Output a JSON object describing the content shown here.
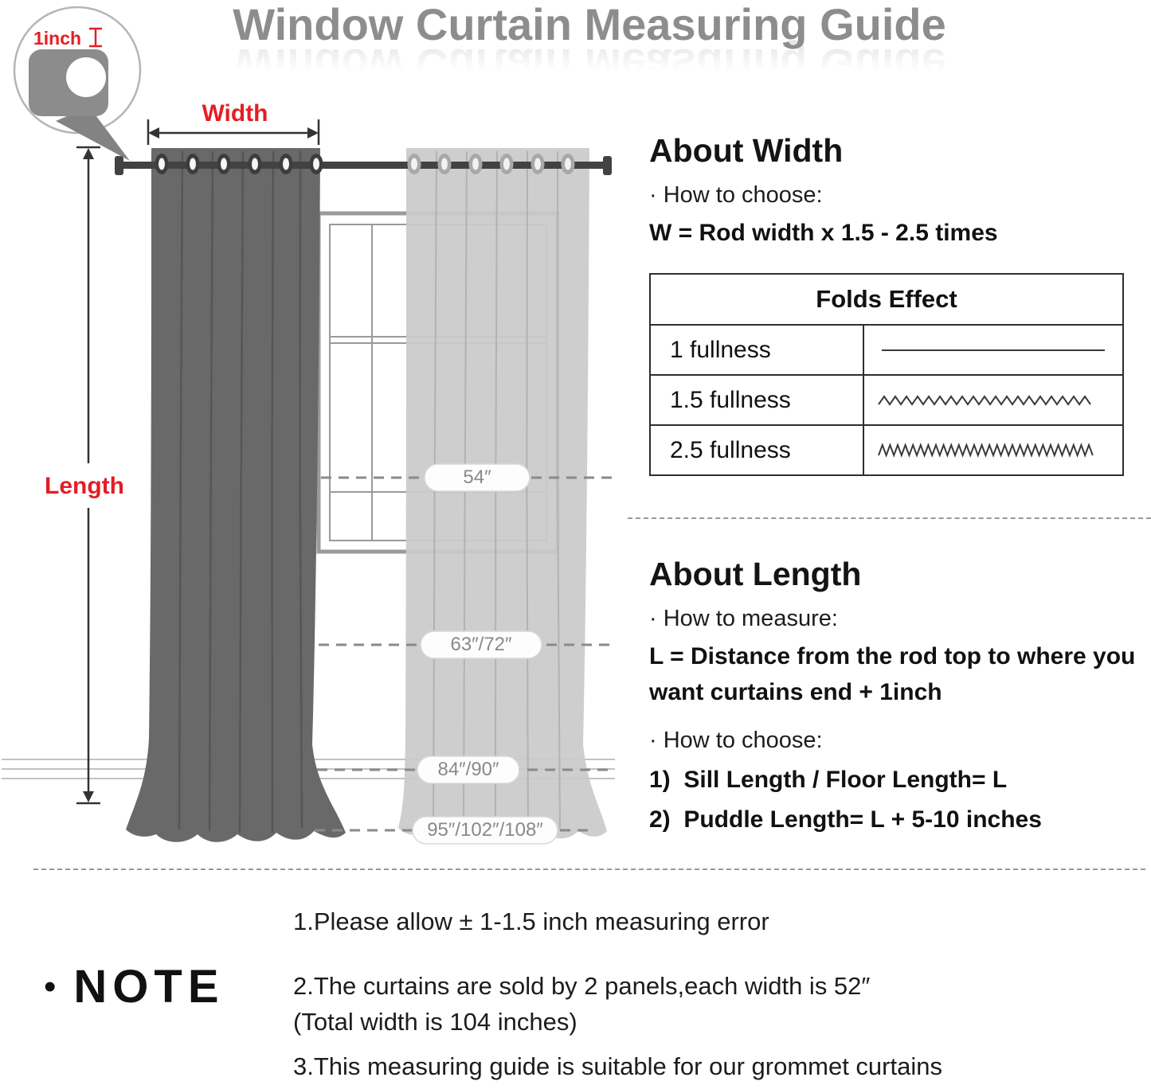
{
  "title": "Window Curtain Measuring Guide",
  "colors": {
    "accent_red": "#e31e25",
    "title_gray": "#8d8d8d",
    "curtain_dark": "#696969",
    "curtain_light": "#cacaca"
  },
  "tape_icon": {
    "label": "1inch"
  },
  "diagram": {
    "width_label": "Width",
    "length_label": "Length",
    "size_labels": [
      "54″",
      "63″/72″",
      "84″/90″",
      "95″/102″/108″"
    ]
  },
  "about_width": {
    "heading": "About Width",
    "how_to_choose": "· How to choose:",
    "formula": "W = Rod width x 1.5 - 2.5 times",
    "table": {
      "header": "Folds Effect",
      "rows": [
        {
          "label": "1 fullness",
          "fold_style": "straight line"
        },
        {
          "label": "1.5 fullness",
          "fold_style": "gentle zigzag"
        },
        {
          "label": "2.5 fullness",
          "fold_style": "dense zigzag"
        }
      ]
    }
  },
  "about_length": {
    "heading": "About Length",
    "how_to_measure": "· How to measure:",
    "formula": "L = Distance from the rod top to where you want curtains end + 1inch",
    "how_to_choose": "· How to choose:",
    "options": [
      "1)  Sill Length / Floor Length= L",
      "2)  Puddle Length= L + 5-10 inches"
    ]
  },
  "note": {
    "bullet": "•",
    "heading": "NOTE",
    "items": [
      "1.Please allow ± 1-1.5 inch measuring error",
      "2.The curtains are sold by 2 panels,each width is 52″",
      "(Total width is 104 inches)",
      "3.This measuring guide is suitable for our grommet curtains"
    ]
  }
}
